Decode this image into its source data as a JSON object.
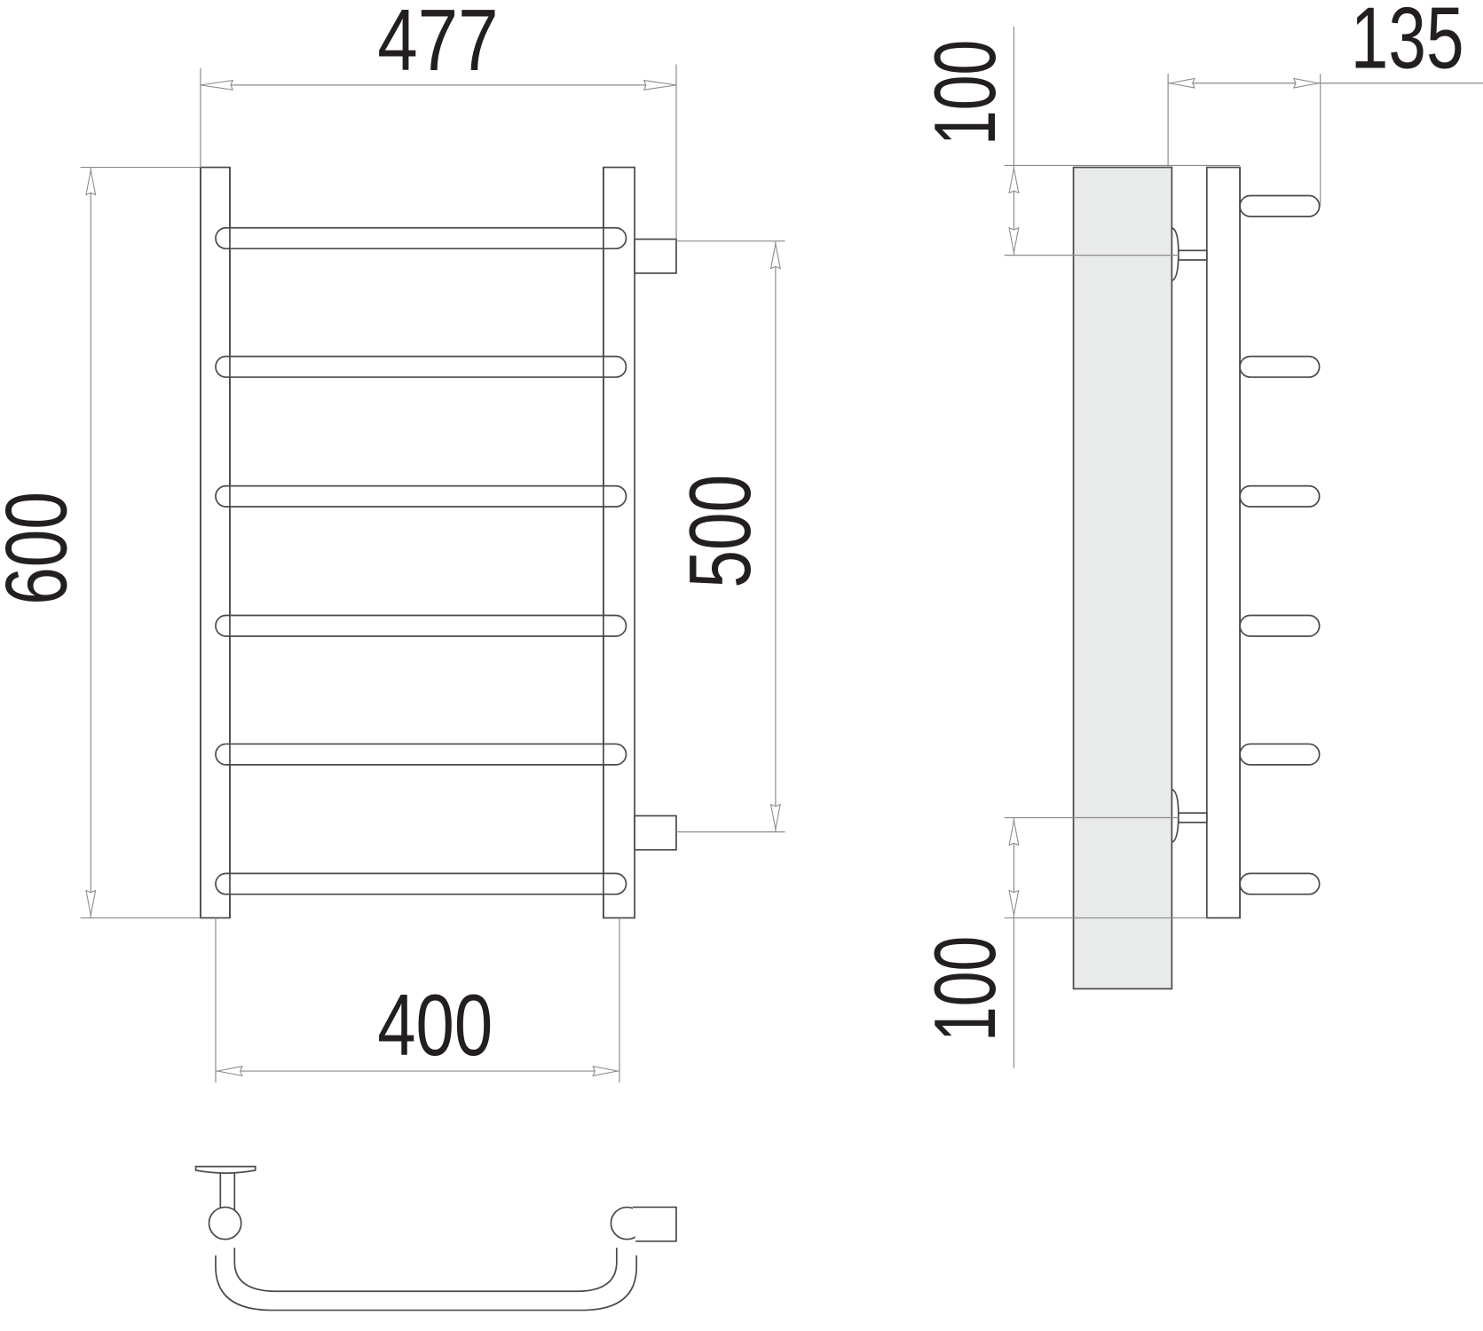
{
  "drawing": {
    "title": "Towel rail technical drawing",
    "colors": {
      "line": "#4a4a4a",
      "dimension_line": "#8a8a8a",
      "wall_fill": "#e9ebea",
      "text": "#231f20",
      "background": "#ffffff"
    },
    "front_view": {
      "rungs": 6,
      "dimensions": {
        "overall_width": "477",
        "overall_height": "600",
        "connection_spacing": "500",
        "rail_spacing": "400"
      }
    },
    "side_view": {
      "rods": 6,
      "wall_mounts": 2,
      "dimensions": {
        "depth": "135",
        "top_offset": "100",
        "bottom_offset": "100"
      }
    },
    "top_view": {
      "shape": "U-bend with wall bracket and side connector"
    }
  }
}
